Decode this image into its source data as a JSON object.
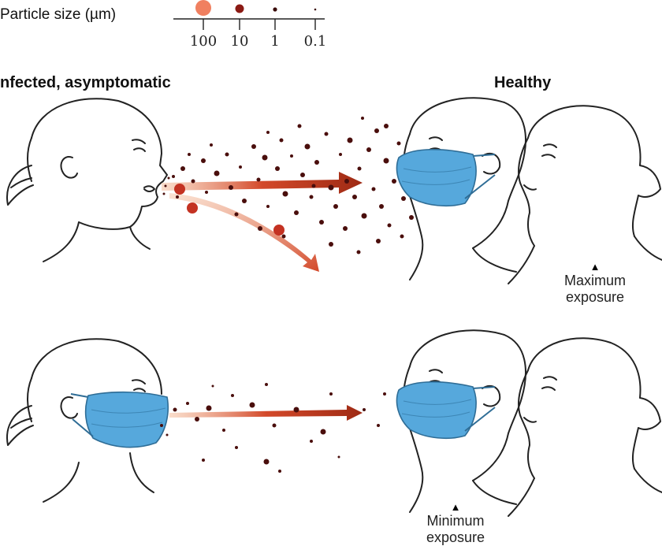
{
  "legend": {
    "title": "Particle size (µm)",
    "sizes": [
      "100",
      "10",
      "1",
      "0.1"
    ],
    "colors": [
      "#f08060",
      "#8b1a14",
      "#3a0c0a",
      "#3a0c0a"
    ]
  },
  "scenes": {
    "infected_label": "nfected, asymptomatic",
    "healthy_label": "Healthy",
    "top": {
      "exposure_label": "Maximum\nexposure",
      "source_masked": false,
      "target_masked": true
    },
    "bottom": {
      "exposure_label": "Minimum\nexposure",
      "source_masked": true,
      "target_masked": true
    }
  },
  "colors": {
    "arrow": "#c0391f",
    "arrow_dark": "#9e2a14",
    "droplet": "#4a0e0c",
    "large_droplet": "#c43222",
    "mask": "#56a8dc",
    "line": "#222222"
  }
}
